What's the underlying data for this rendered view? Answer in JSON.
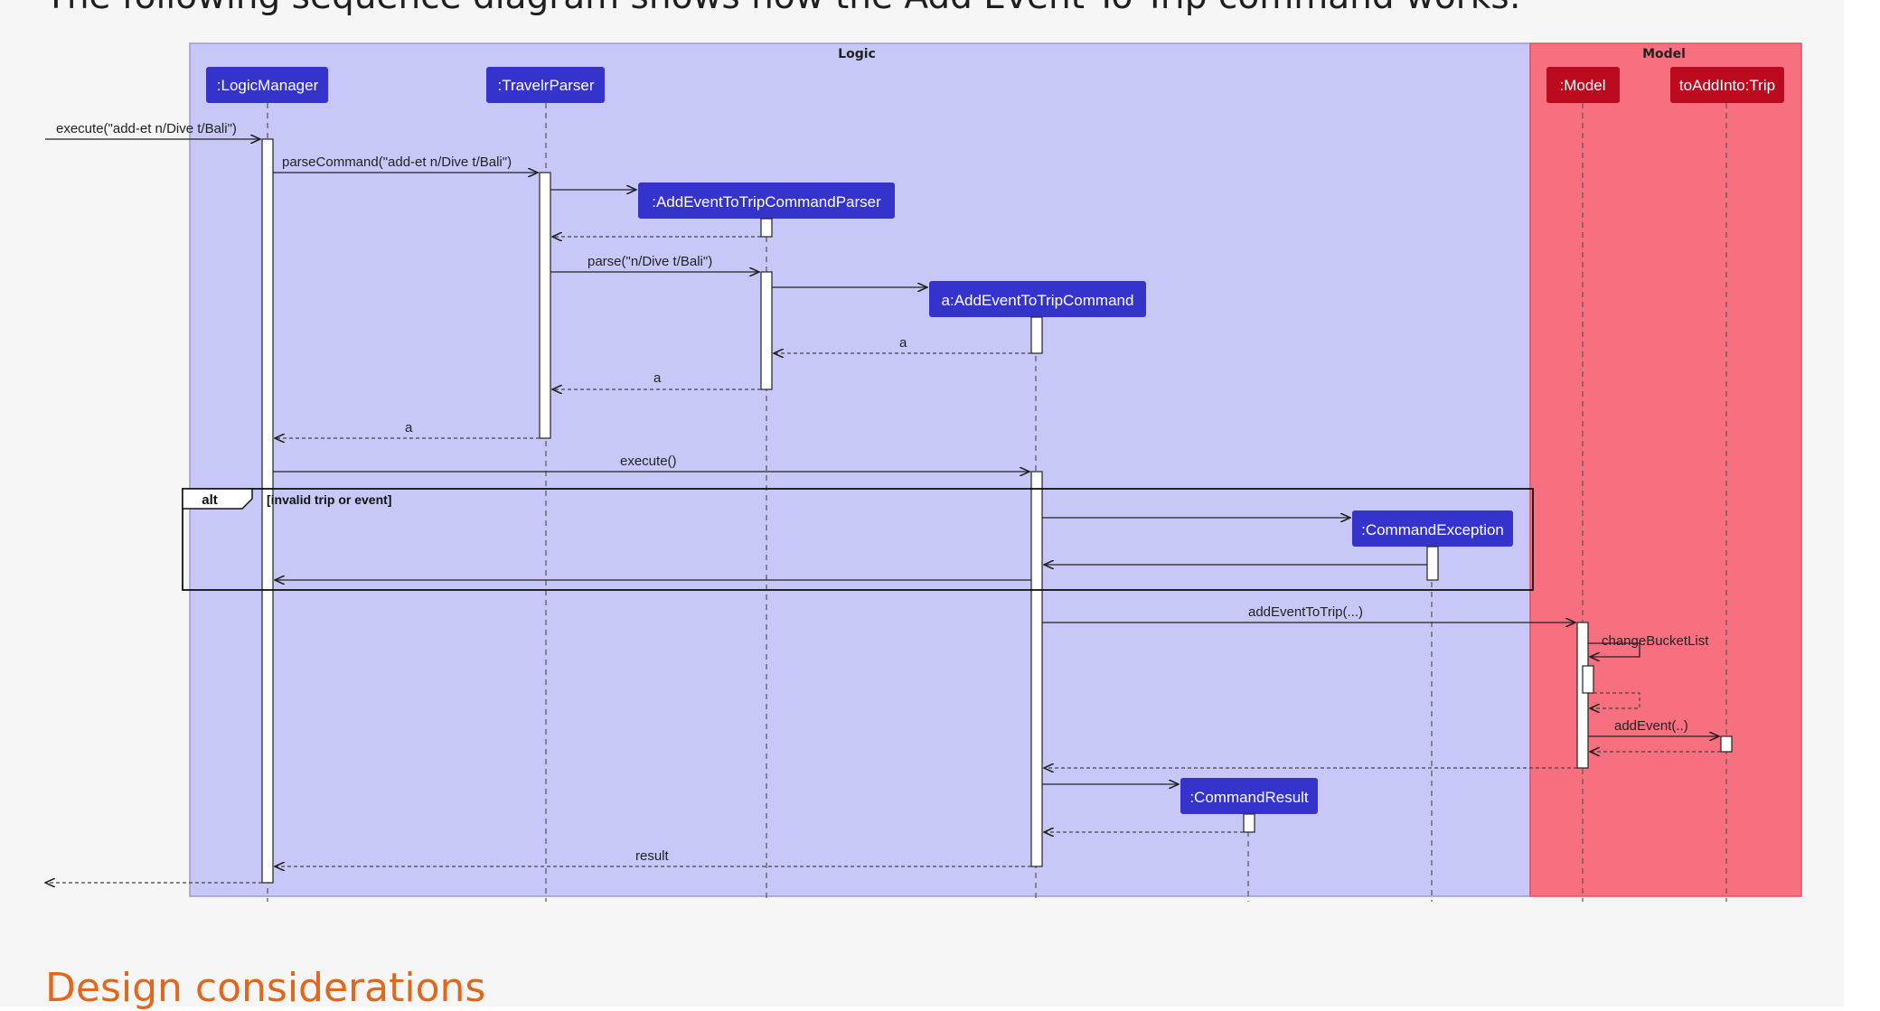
{
  "intro_text": "The following sequence diagram shows how the Add Event To Trip command works:",
  "section_heading": "Design considerations",
  "colors": {
    "logic_bg": "#c8c8f8",
    "model_bg": "#f87080",
    "logic_box": "#3434cc",
    "model_box": "#bb0a1e"
  },
  "diagram": {
    "groups": {
      "logic": "Logic",
      "model": "Model"
    },
    "participants": [
      {
        "id": "lm",
        "label": ":LogicManager"
      },
      {
        "id": "tp",
        "label": ":TravelrParser"
      },
      {
        "id": "parser",
        "label": ":AddEventToTripCommandParser"
      },
      {
        "id": "cmd",
        "label": "a:AddEventToTripCommand"
      },
      {
        "id": "exc",
        "label": ":CommandException"
      },
      {
        "id": "cr",
        "label": ":CommandResult"
      },
      {
        "id": "model",
        "label": ":Model"
      },
      {
        "id": "trip",
        "label": "toAddInto:Trip"
      }
    ],
    "messages": {
      "execute_call": "execute(\"add-et n/Dive t/Bali\")",
      "parse_command": "parseCommand(\"add-et n/Dive t/Bali\")",
      "parse": "parse(\"n/Dive t/Bali\")",
      "return_a1": "a",
      "return_a2": "a",
      "return_a3": "a",
      "execute": "execute()",
      "add_event_to_trip": "addEventToTrip(...)",
      "change_bucket_list": "changeBucketList",
      "add_event": "addEvent(..)",
      "result": "result"
    },
    "alt": {
      "keyword": "alt",
      "guard": "[invalid trip or event]"
    }
  }
}
